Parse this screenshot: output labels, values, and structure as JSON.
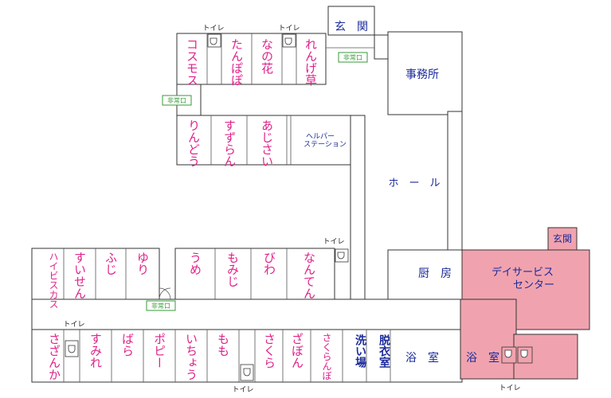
{
  "colors": {
    "room_label": "#e0218a",
    "facility_label": "#1a2a9a",
    "day_service_fill": "#f0a3ae",
    "exit_label": "#3a9a3a"
  },
  "rooms": {
    "cosmos": "コスモス",
    "tanpopo": "たんぽぽ",
    "nanohana": "なの花",
    "renge": "れんげ草",
    "ringo": "りんどう",
    "suzuran": "すずらん",
    "ajisai": "あじさい",
    "hibiscus": "ハイビスカス",
    "suisen": "すいせん",
    "fuji": "ふじ",
    "yuri": "ゆり",
    "ume": "うめ",
    "momiji": "もみじ",
    "biwa": "びわ",
    "nanten": "なんてん",
    "sazanka": "さざんか",
    "sumire": "すみれ",
    "bara": "ばら",
    "popi": "ポピー",
    "ichou": "いちょう",
    "momo": "もも",
    "sakura": "さくら",
    "zabon": "ざぼん",
    "sakuranbo": "さくらんぼ"
  },
  "facilities": {
    "entrance_main": "玄　関",
    "office": "事務所",
    "hall": "ホ　ー　ル",
    "helper_station_1": "ヘルパー",
    "helper_station_2": "ステーション",
    "kitchen": "厨　房",
    "day_service_1": "デイサービス",
    "day_service_2": "センター",
    "entrance_day": "玄関",
    "washroom": "洗い場",
    "dressing": "脱衣室",
    "bath1": "浴　室",
    "bath2": "浴　室"
  },
  "labels": {
    "toilet": "トイレ",
    "emergency_exit": "非常口"
  }
}
